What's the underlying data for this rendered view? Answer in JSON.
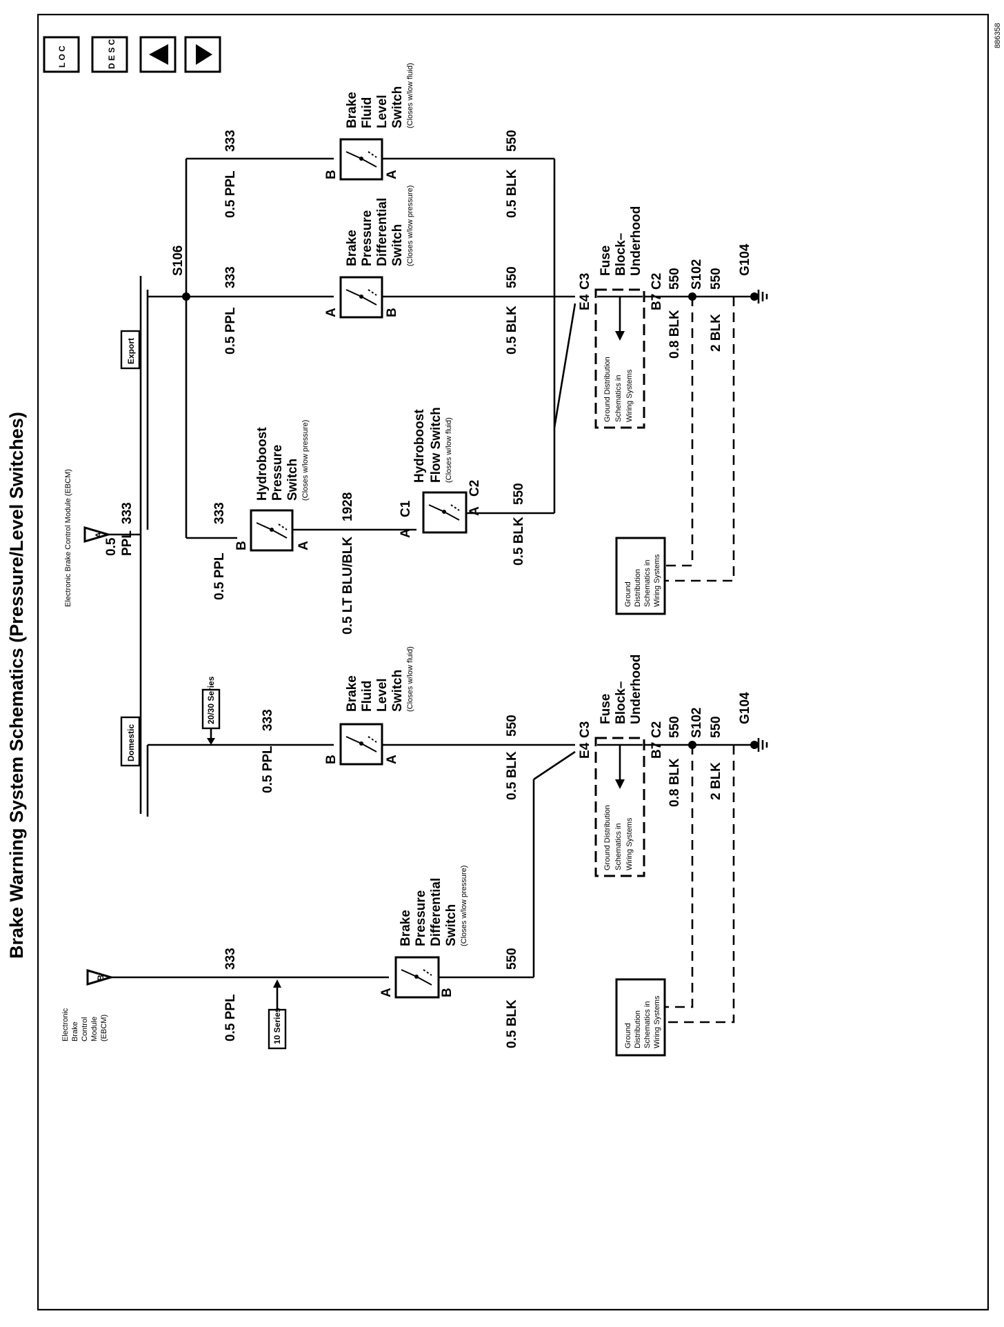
{
  "title": "Brake Warning System Schematics (Pressure/Level Switches)",
  "figure_id": "886358",
  "nav": {
    "loc": "L O C",
    "desc": "D E S C",
    "up": "▲",
    "down": "▼"
  },
  "labels": {
    "ebcm_a": "Electronic Brake Control Module (EBCM)",
    "ebcm_b": "Electronic Brake Control Module (EBCM)",
    "pin_a": "A",
    "pin_b": "B",
    "pin_c1": "C1",
    "pin_c2": "C2",
    "pin_c3": "C3",
    "pin_e4": "E4",
    "pin_b7": "B7",
    "export": "Export",
    "domestic": "Domestic",
    "series_10": "10 Series",
    "series_2030": "20/30 Series",
    "hyd_press": "Hydroboost Pressure Switch",
    "hyd_press_note": "(Closes w/low pressure)",
    "hyd_flow": "Hydroboost Flow Switch",
    "hyd_flow_note": "(Closes w/low fluid)",
    "bpd": "Brake Pressure Differential Switch",
    "bpd_note": "(Closes w/low pressure)",
    "bfl": "Brake Fluid Level Switch",
    "bfl_note": "(Closes w/low fluid)",
    "fuse": "Fuse Block– Underhood",
    "gnd_dist": "Ground Distribution Schematics in Wiring Systems",
    "s106": "S106",
    "s102": "S102",
    "g104": "G104"
  },
  "wires": {
    "ppl": "0.5 PPL",
    "ppl_split": [
      "0.5",
      "PPL"
    ],
    "c333": "333",
    "blk": "0.5 BLK",
    "c550": "550",
    "ltblu": "0.5 LT BLU/BLK",
    "c1928": "1928",
    "blk08": "0.8 BLK",
    "blk2": "2 BLK"
  }
}
